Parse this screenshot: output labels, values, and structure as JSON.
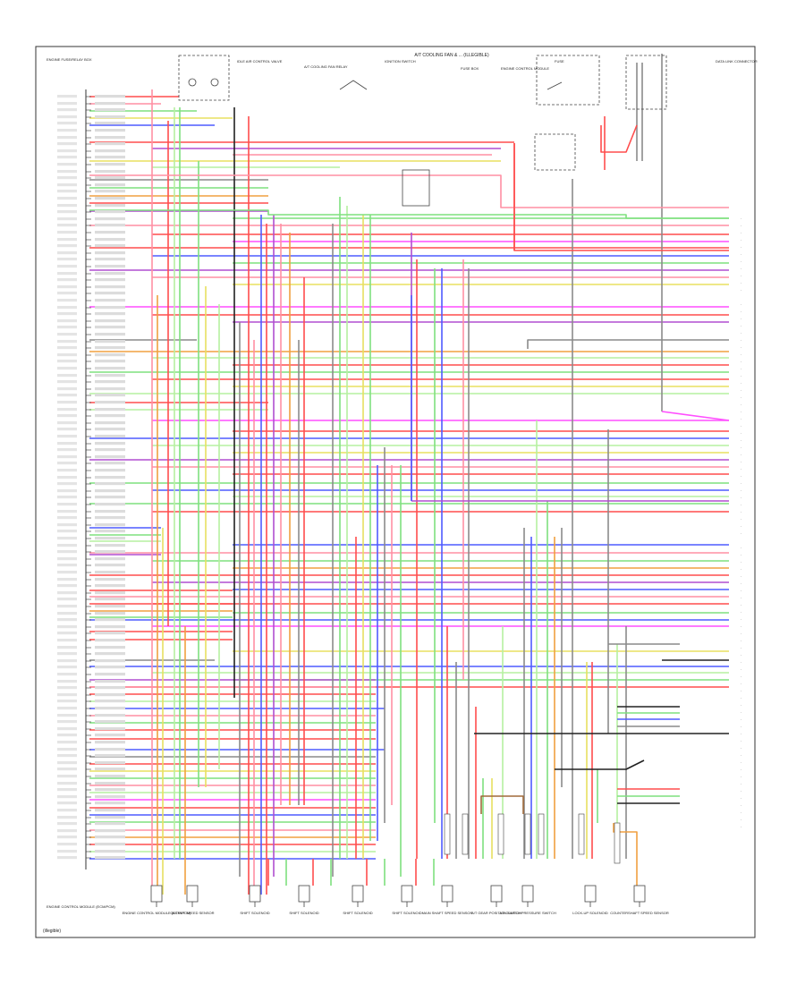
{
  "header": {
    "title": "A/T COOLING FAN & ... (ILLEGIBLE)",
    "top_labels": [
      "ENGINE FUSE/RELAY BOX",
      "IDLE AIR CONTROL VALVE",
      "A/T COOLING FAN RELAY",
      "IGNITION SWITCH",
      "FUSE BOX",
      "ENGINE CONTROL MODULE",
      "FUSE",
      "DATA LINK CONNECTOR"
    ]
  },
  "footer": {
    "page_code": "(illegible)",
    "bottom_labels": [
      "ENGINE CONTROL MODULE (ECM/PCM)",
      "OUTPUT SPEED SENSOR",
      "SHIFT SOLENOID",
      "SHIFT SOLENOID",
      "SHIFT SOLENOID",
      "SHIFT SOLENOID",
      "MAIN SHAFT SPEED SENSOR",
      "A/T GEAR POSITION SWITCH",
      "A/T CLUTCH PRESSURE SWITCH",
      "LOCK-UP SOLENOID",
      "COUNTERSHAFT SPEED SENSOR"
    ],
    "left_caption": "ENGINE CONTROL MODULE (ECM/PCM)"
  },
  "palette": {
    "red": "#ff4d4d",
    "pink": "#ff8fa3",
    "green": "#7fe07f",
    "lightgreen": "#b6f0a0",
    "blue": "#4f5bff",
    "purple": "#b04fd0",
    "magenta": "#ff4fff",
    "yellow": "#e8e060",
    "orange": "#f0a040",
    "gray": "#8a8a8a",
    "black": "#222222",
    "brown": "#a06a3a",
    "cyan": "#40c0e0"
  },
  "note": "Wire labels and connector pin text are illegible at this resolution."
}
